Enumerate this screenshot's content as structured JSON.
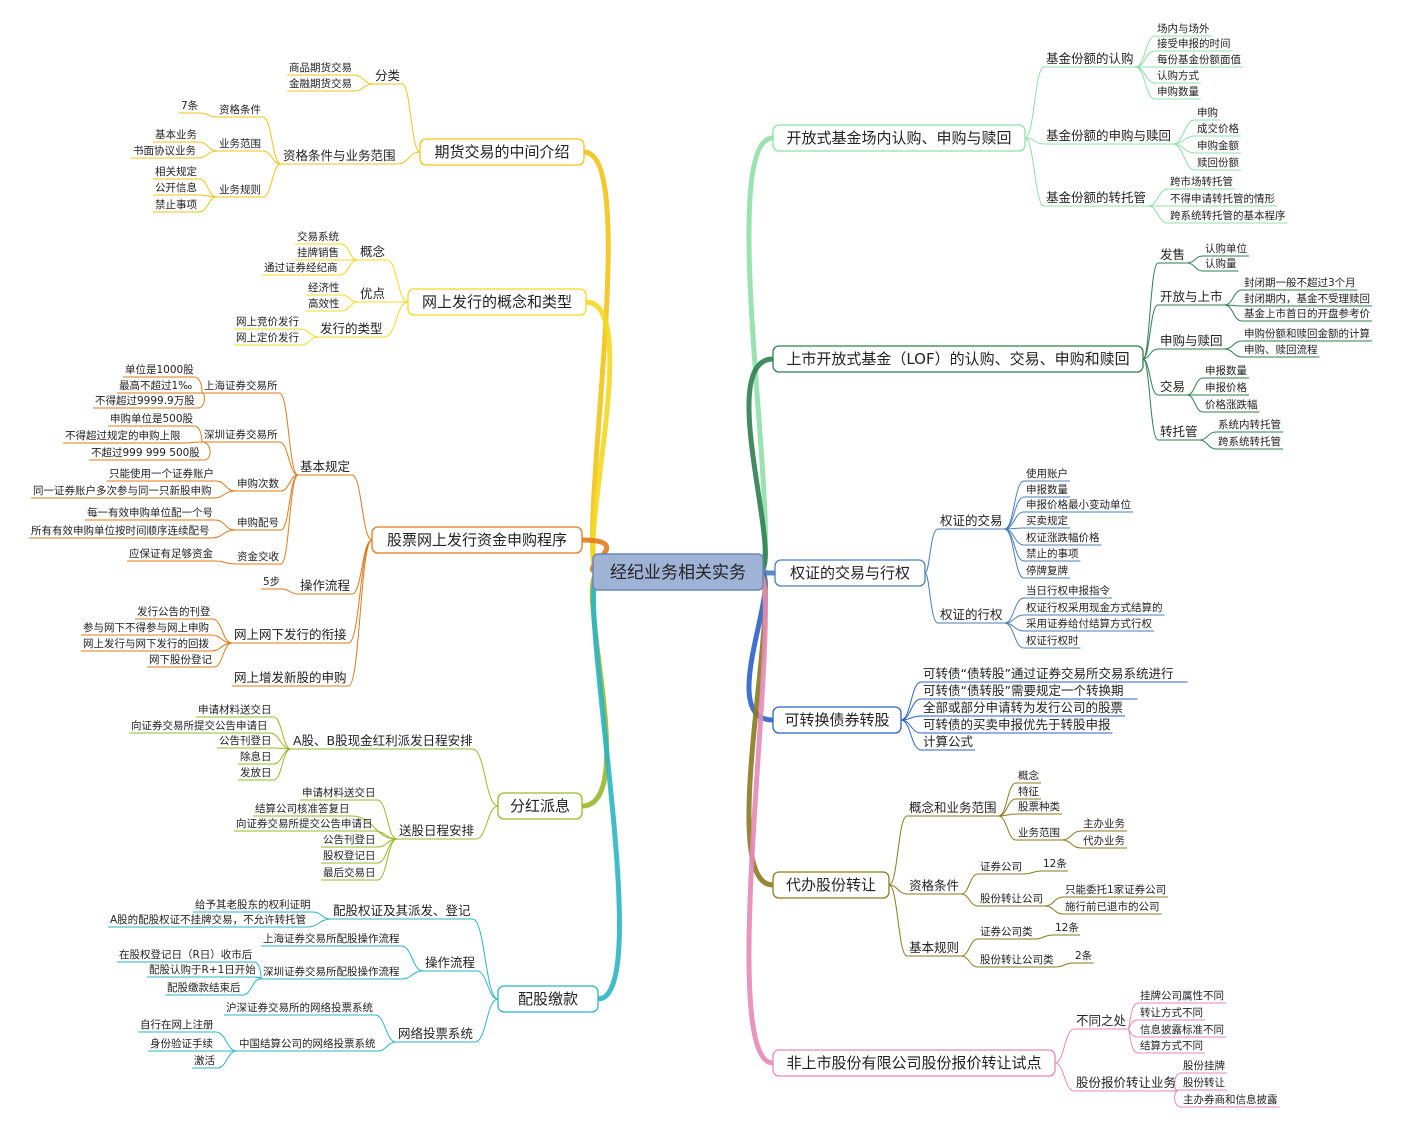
{
  "title": "经纪业务相关实务",
  "colors": {
    "root_fill": "#9fb3d6",
    "futures": "#f2c318",
    "online_issue": "#f5d820",
    "stock_subscription": "#e07a1a",
    "dividend": "#9ab82a",
    "rights": "#2bb5c4",
    "etf": "#8fe0a8",
    "lof": "#2f7f52",
    "warrant": "#4a7fb8",
    "convertible": "#2b62c8",
    "agency_transfer": "#8a7a20",
    "unlisted": "#e48ab8"
  },
  "left": [
    {
      "label": "期货交易的中间介绍",
      "children": [
        {
          "label": "分类",
          "children": [
            {
              "label": "商品期货交易"
            },
            {
              "label": "金融期货交易"
            }
          ]
        },
        {
          "label": "资格条件与业务范围",
          "children": [
            {
              "label": "资格条件",
              "children": [
                {
                  "label": "7条"
                }
              ]
            },
            {
              "label": "业务范围",
              "children": [
                {
                  "label": "基本业务"
                },
                {
                  "label": "书面协议业务"
                }
              ]
            },
            {
              "label": "业务规则",
              "children": [
                {
                  "label": "相关规定"
                },
                {
                  "label": "公开信息"
                },
                {
                  "label": "禁止事项"
                }
              ]
            }
          ]
        }
      ]
    },
    {
      "label": "网上发行的概念和类型",
      "children": [
        {
          "label": "概念",
          "children": [
            {
              "label": "交易系统"
            },
            {
              "label": "挂牌销售"
            },
            {
              "label": "通过证券经纪商"
            }
          ]
        },
        {
          "label": "优点",
          "children": [
            {
              "label": "经济性"
            },
            {
              "label": "高效性"
            }
          ]
        },
        {
          "label": "发行的类型",
          "children": [
            {
              "label": "网上竞价发行"
            },
            {
              "label": "网上定价发行"
            }
          ]
        }
      ]
    },
    {
      "label": "股票网上发行资金申购程序",
      "children": [
        {
          "label": "基本规定",
          "children": [
            {
              "label": "上海证券交易所",
              "children": [
                {
                  "label": "单位是1000股"
                },
                {
                  "label": "最高不超过1‰"
                },
                {
                  "label": "不得超过9999.9万股"
                }
              ]
            },
            {
              "label": "深圳证券交易所",
              "children": [
                {
                  "label": "申购单位是500股"
                },
                {
                  "label": "不得超过规定的申购上限"
                },
                {
                  "label": "不超过999 999 500股"
                }
              ]
            },
            {
              "label": "申购次数",
              "children": [
                {
                  "label": "只能使用一个证券账户"
                },
                {
                  "label": "同一证券账户多次参与同一只新股申购"
                }
              ]
            },
            {
              "label": "申购配号",
              "children": [
                {
                  "label": "每一有效申购单位配一个号"
                },
                {
                  "label": "所有有效申购单位按时间顺序连续配号"
                }
              ]
            },
            {
              "label": "资金交收",
              "children": [
                {
                  "label": "应保证有足够资金"
                }
              ]
            }
          ]
        },
        {
          "label": "操作流程",
          "children": [
            {
              "label": "5步"
            }
          ]
        },
        {
          "label": "网上网下发行的衔接",
          "children": [
            {
              "label": "发行公告的刊登"
            },
            {
              "label": "参与网下不得参与网上申购"
            },
            {
              "label": "网上发行与网下发行的回拨"
            },
            {
              "label": "网下股份登记"
            }
          ]
        },
        {
          "label": "网上增发新股的申购"
        }
      ]
    },
    {
      "label": "分红派息",
      "children": [
        {
          "label": "A股、B股现金红利派发日程安排",
          "children": [
            {
              "label": "申请材料送交日"
            },
            {
              "label": "向证券交易所提交公告申请日"
            },
            {
              "label": "公告刊登日"
            },
            {
              "label": "除息日"
            },
            {
              "label": "发放日"
            }
          ]
        },
        {
          "label": "送股日程安排",
          "children": [
            {
              "label": "申请材料送交日"
            },
            {
              "label": "结算公司核准答复日"
            },
            {
              "label": "向证券交易所提交公告申请日"
            },
            {
              "label": "公告刊登日"
            },
            {
              "label": "股权登记日"
            },
            {
              "label": "最后交易日"
            }
          ]
        }
      ]
    },
    {
      "label": "配股缴款",
      "children": [
        {
          "label": "配股权证及其派发、登记",
          "children": [
            {
              "label": "给予其老股东的权利证明"
            },
            {
              "label": "A股的配股权证不挂牌交易，不允许转托管"
            }
          ]
        },
        {
          "label": "操作流程",
          "children": [
            {
              "label": "上海证券交易所配股操作流程"
            },
            {
              "label": "深圳证券交易所配股操作流程",
              "children": [
                {
                  "label": "在股权登记日（R日）收市后"
                },
                {
                  "label": "配股认购于R+1日开始"
                },
                {
                  "label": "配股缴款结束后"
                }
              ]
            }
          ]
        },
        {
          "label": "网络投票系统",
          "children": [
            {
              "label": "沪深证券交易所的网络投票系统"
            },
            {
              "label": "中国结算公司的网络投票系统",
              "children": [
                {
                  "label": "自行在网上注册"
                },
                {
                  "label": "身份验证手续"
                },
                {
                  "label": "激活"
                }
              ]
            }
          ]
        }
      ]
    }
  ],
  "right": [
    {
      "label": "开放式基金场内认购、申购与赎回",
      "children": [
        {
          "label": "基金份额的认购",
          "children": [
            {
              "label": "场内与场外"
            },
            {
              "label": "接受申报的时间"
            },
            {
              "label": "每份基金份额面值"
            },
            {
              "label": "认购方式"
            },
            {
              "label": "申购数量"
            }
          ]
        },
        {
          "label": "基金份额的申购与赎回",
          "children": [
            {
              "label": "申购"
            },
            {
              "label": "成交价格"
            },
            {
              "label": "申购金额"
            },
            {
              "label": "赎回份额"
            }
          ]
        },
        {
          "label": "基金份额的转托管",
          "children": [
            {
              "label": "跨市场转托管"
            },
            {
              "label": "不得申请转托管的情形"
            },
            {
              "label": "跨系统转托管的基本程序"
            }
          ]
        }
      ]
    },
    {
      "label": "上市开放式基金（LOF）的认购、交易、申购和赎回",
      "children": [
        {
          "label": "发售",
          "children": [
            {
              "label": "认购单位"
            },
            {
              "label": "认购量"
            }
          ]
        },
        {
          "label": "开放与上市",
          "children": [
            {
              "label": "封闭期一般不超过3个月"
            },
            {
              "label": "封闭期内，基金不受理赎回"
            },
            {
              "label": "基金上市首日的开盘参考价"
            }
          ]
        },
        {
          "label": "申购与赎回",
          "children": [
            {
              "label": "申购份额和赎回金额的计算"
            },
            {
              "label": "申购、赎回流程"
            }
          ]
        },
        {
          "label": "交易",
          "children": [
            {
              "label": "申报数量"
            },
            {
              "label": "申报价格"
            },
            {
              "label": "价格涨跌幅"
            }
          ]
        },
        {
          "label": "转托管",
          "children": [
            {
              "label": "系统内转托管"
            },
            {
              "label": "跨系统转托管"
            }
          ]
        }
      ]
    },
    {
      "label": "权证的交易与行权",
      "children": [
        {
          "label": "权证的交易",
          "children": [
            {
              "label": "使用账户"
            },
            {
              "label": "申报数量"
            },
            {
              "label": "申报价格最小变动单位"
            },
            {
              "label": "买卖规定"
            },
            {
              "label": "权证涨跌幅价格"
            },
            {
              "label": "禁止的事项"
            },
            {
              "label": "停牌复牌"
            }
          ]
        },
        {
          "label": "权证的行权",
          "children": [
            {
              "label": "当日行权申报指令"
            },
            {
              "label": "权证行权采用现金方式结算的"
            },
            {
              "label": "采用证券给付结算方式行权"
            },
            {
              "label": "权证行权时"
            }
          ]
        }
      ]
    },
    {
      "label": "可转换债券转股",
      "children": [
        {
          "label": "可转债“债转股”通过证券交易所交易系统进行"
        },
        {
          "label": "可转债“债转股”需要规定一个转换期"
        },
        {
          "label": "全部或部分申请转为发行公司的股票"
        },
        {
          "label": "可转债的买卖申报优先于转股申报"
        },
        {
          "label": "计算公式"
        }
      ]
    },
    {
      "label": "代办股份转让",
      "children": [
        {
          "label": "概念和业务范围",
          "children": [
            {
              "label": "概念"
            },
            {
              "label": "特征"
            },
            {
              "label": "股票种类"
            },
            {
              "label": "业务范围",
              "children": [
                {
                  "label": "主办业务"
                },
                {
                  "label": "代办业务"
                }
              ]
            }
          ]
        },
        {
          "label": "资格条件",
          "children": [
            {
              "label": "证券公司",
              "children": [
                {
                  "label": "12条"
                }
              ]
            },
            {
              "label": "股份转让公司",
              "children": [
                {
                  "label": "只能委托1家证券公司"
                },
                {
                  "label": "施行前已退市的公司"
                }
              ]
            }
          ]
        },
        {
          "label": "基本规则",
          "children": [
            {
              "label": "证券公司类",
              "children": [
                {
                  "label": "12条"
                }
              ]
            },
            {
              "label": "股份转让公司类",
              "children": [
                {
                  "label": "2条"
                }
              ]
            }
          ]
        }
      ]
    },
    {
      "label": "非上市股份有限公司股份报价转让试点",
      "children": [
        {
          "label": "不同之处",
          "children": [
            {
              "label": "挂牌公司属性不同"
            },
            {
              "label": "转让方式不同"
            },
            {
              "label": "信息披露标准不同"
            },
            {
              "label": "结算方式不同"
            }
          ]
        },
        {
          "label": "股份报价转让业务",
          "children": [
            {
              "label": "股份挂牌"
            },
            {
              "label": "股份转让"
            },
            {
              "label": "主办券商和信息披露"
            }
          ]
        }
      ]
    }
  ]
}
